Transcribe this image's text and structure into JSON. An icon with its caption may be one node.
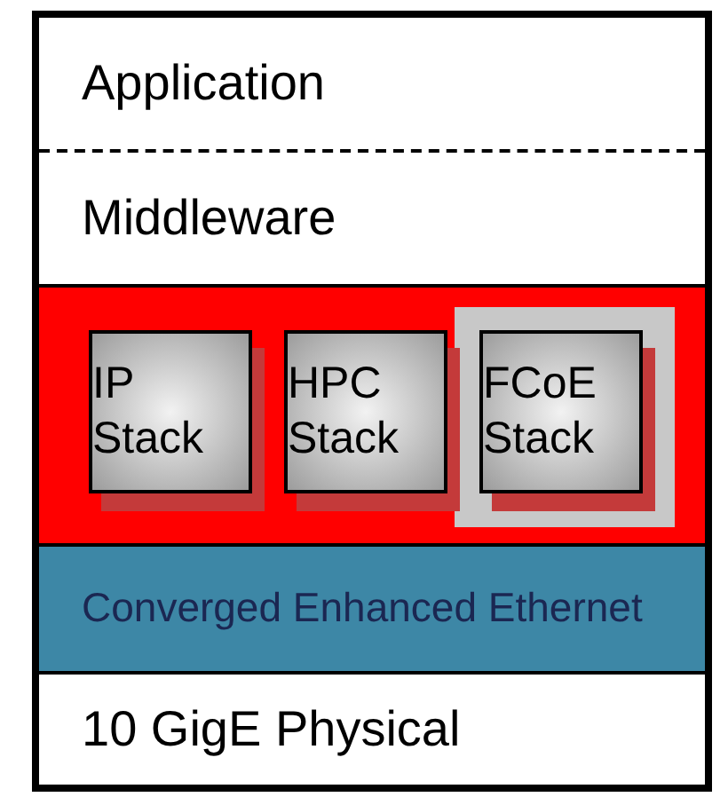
{
  "diagram": {
    "nodes": [
      {
        "text": [],
        "shape": "box"
      },
      {
        "text": [
          "Application"
        ],
        "in": 0
      },
      {
        "text": [
          "Middleware"
        ],
        "in": 0
      },
      {
        "text": [],
        "shape": "box",
        "in": 0
      },
      {
        "text": [
          "IP Stack"
        ],
        "in": 3
      },
      {
        "text": [
          "HPC Stack"
        ],
        "in": 3
      },
      {
        "text": [
          "FCoE Stack"
        ],
        "in": 3
      },
      {
        "text": [
          "Converged Enhanced Ethernet"
        ],
        "in": 0
      },
      {
        "text": [
          "10 GigE Physical"
        ],
        "in": 0
      }
    ]
  }
}
